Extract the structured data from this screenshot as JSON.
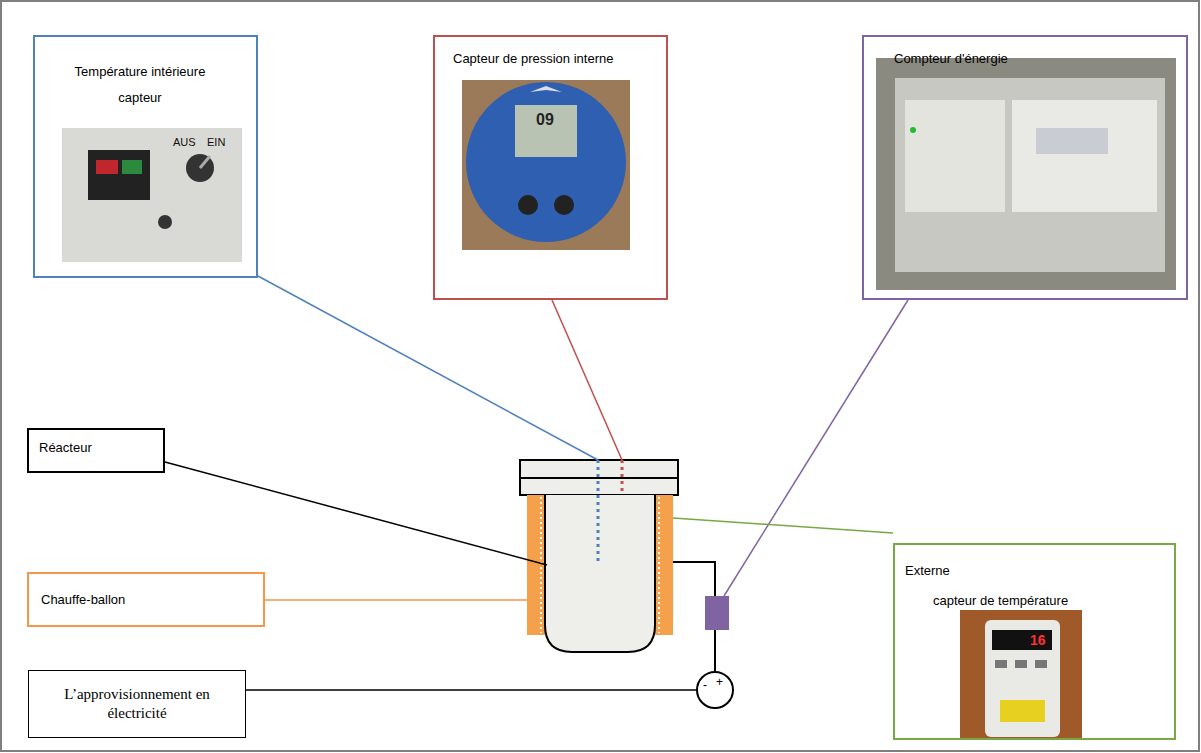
{
  "diagram": {
    "nodes": [
      {
        "text": [
          "Température intérieure capteur"
        ]
      },
      {
        "text": [
          "Capteur de pression interne"
        ]
      },
      {
        "text": [
          "Compteur d'énergie"
        ]
      },
      {
        "text": [
          "Réacteur"
        ]
      },
      {
        "text": [
          "Chauffe-ballon"
        ]
      },
      {
        "text": [
          "Externe",
          "capteur de température"
        ]
      },
      {
        "text": [
          "L’approvisionnement en électricité"
        ]
      }
    ],
    "labels": [
      "AUS",
      "EIN",
      "09",
      "16",
      "-",
      "+"
    ]
  }
}
